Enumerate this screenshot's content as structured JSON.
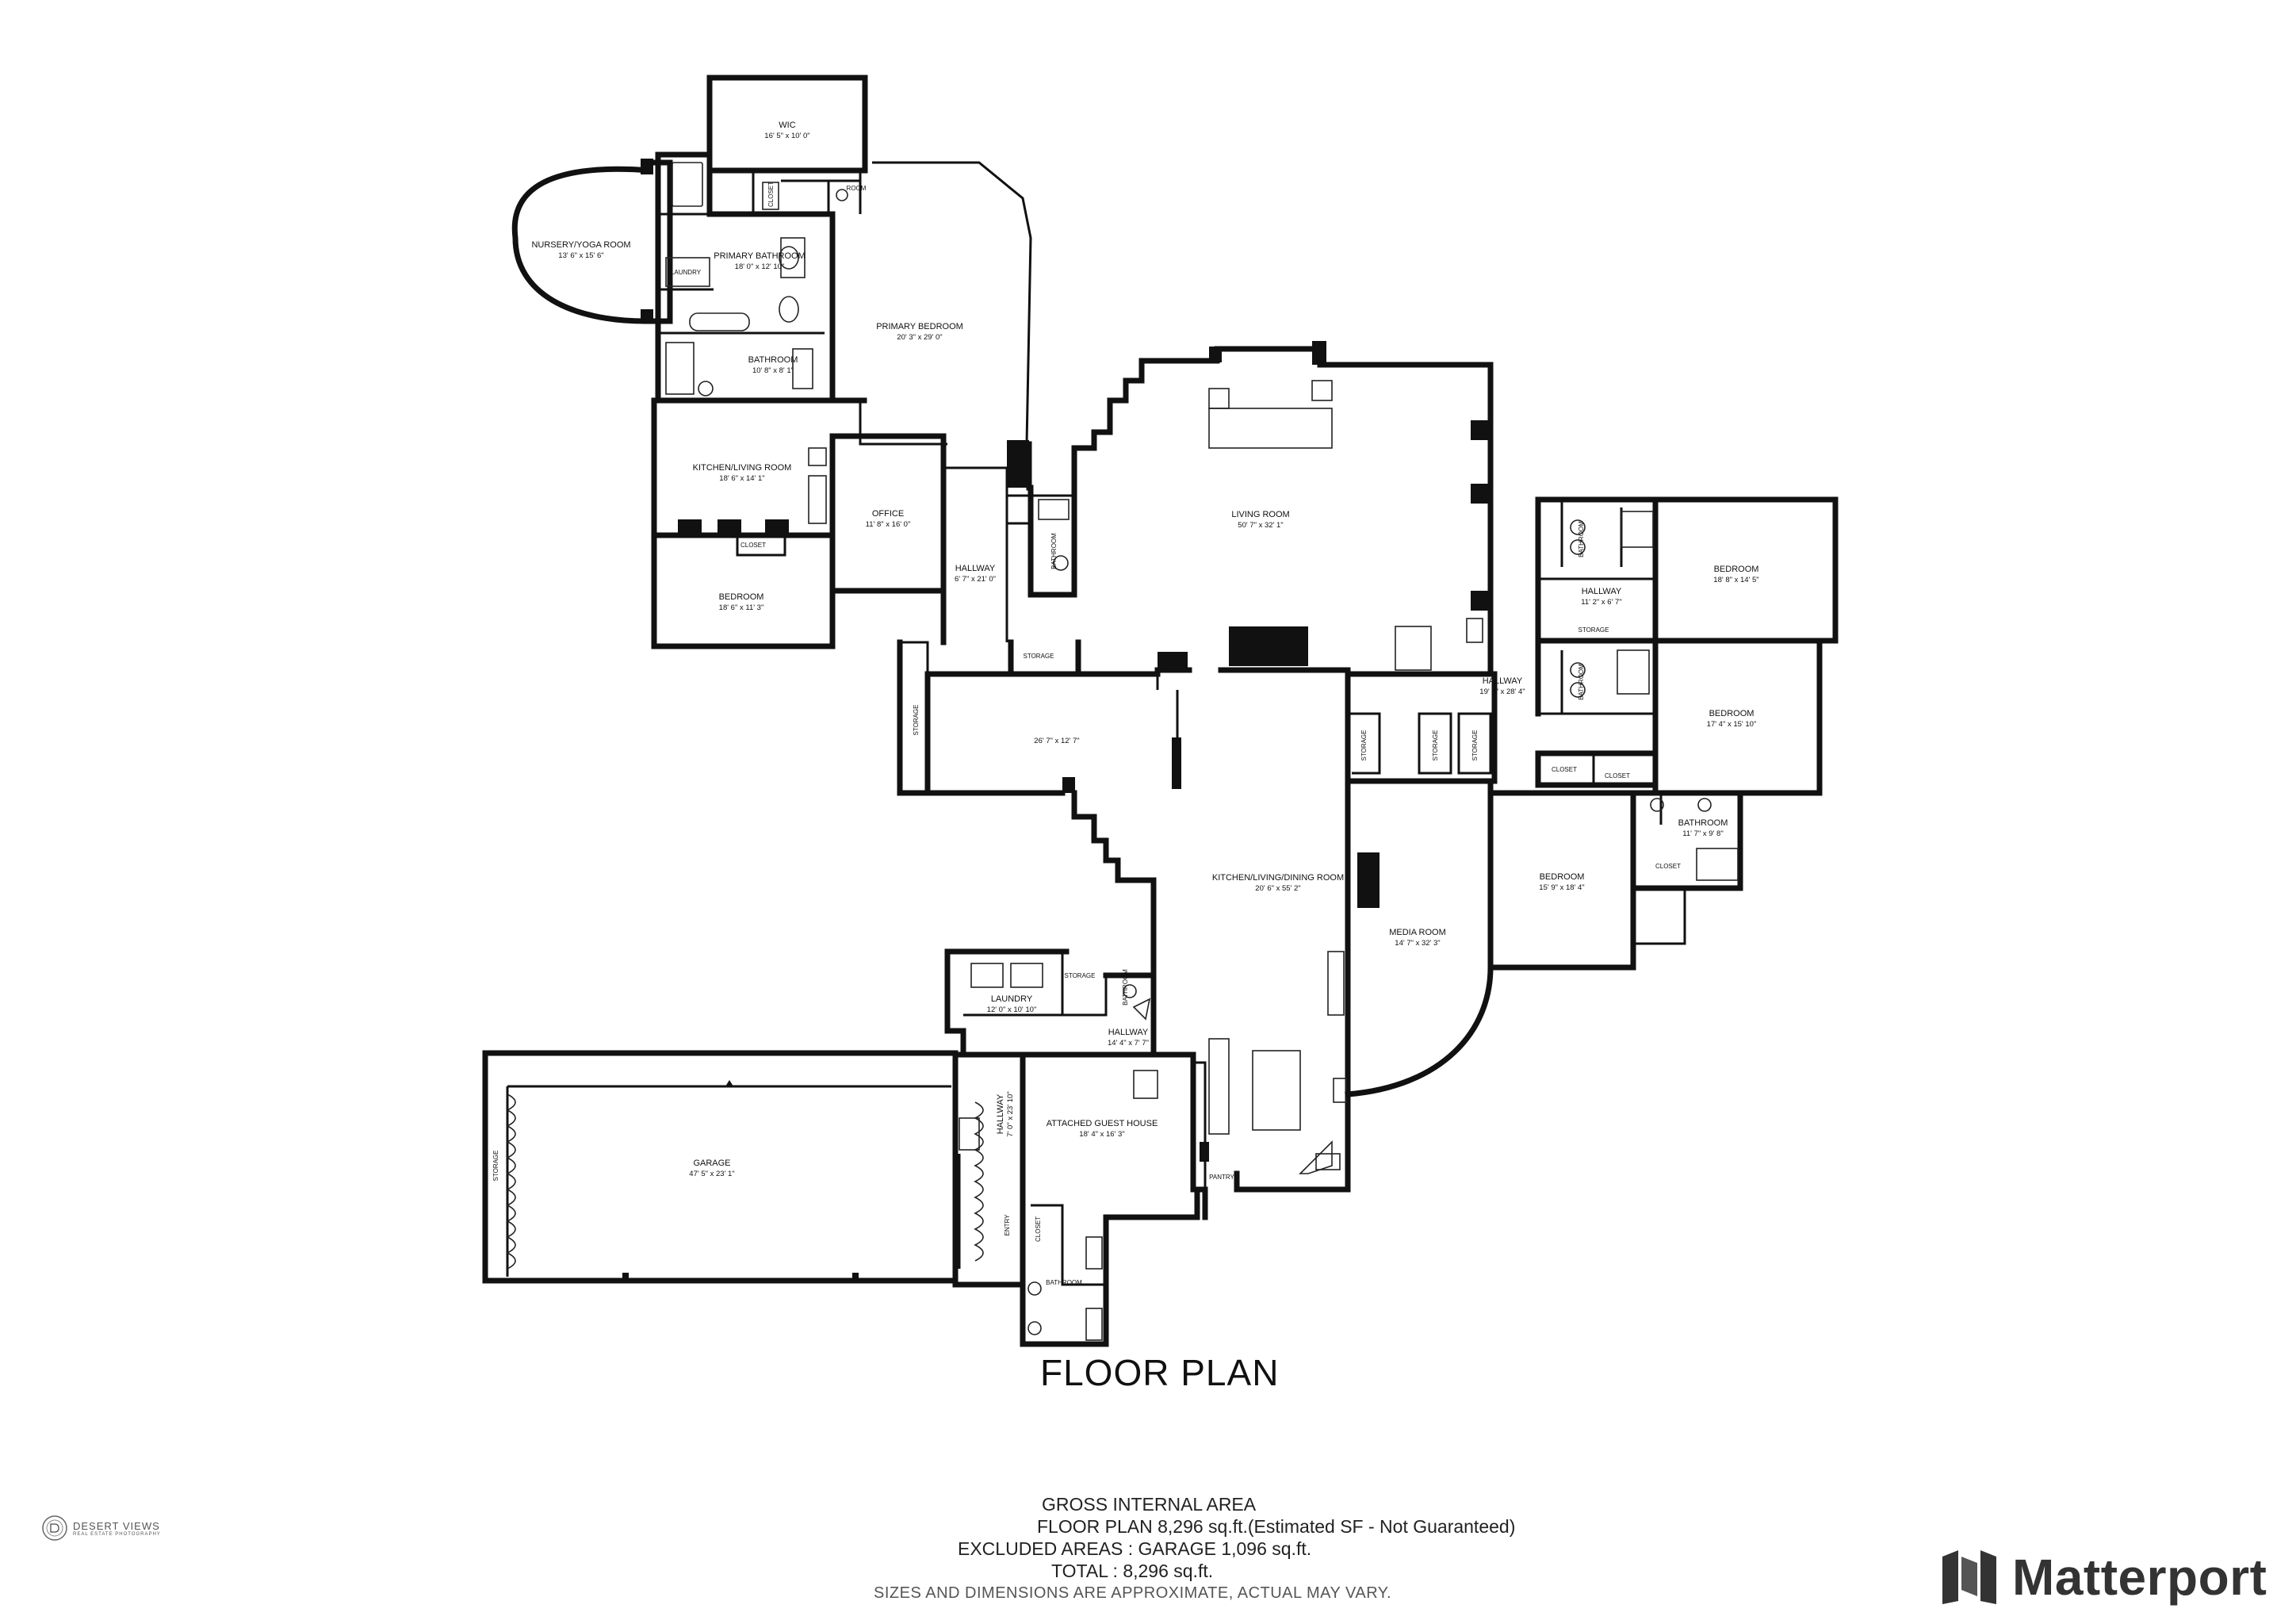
{
  "plan_title": "FLOOR PLAN",
  "rooms": [
    {
      "id": "wic",
      "name": "WIC",
      "dims": "16' 5\" x 10' 0\""
    },
    {
      "id": "nursery",
      "name": "NURSERY/YOGA ROOM",
      "dims": "13' 6\" x 15' 6\""
    },
    {
      "id": "primary_bath",
      "name": "PRIMARY BATHROOM",
      "dims": "18' 0\" x 12' 10\""
    },
    {
      "id": "primary_bed",
      "name": "PRIMARY BEDROOM",
      "dims": "20' 3\" x 29' 0\""
    },
    {
      "id": "bath1",
      "name": "BATHROOM",
      "dims": "10' 8\" x 8' 1\""
    },
    {
      "id": "kitchen_living",
      "name": "KITCHEN/LIVING ROOM",
      "dims": "18' 6\" x 14' 1\""
    },
    {
      "id": "office",
      "name": "OFFICE",
      "dims": "11' 8\" x 16' 0\""
    },
    {
      "id": "hall1",
      "name": "HALLWAY",
      "dims": "6' 7\" x 21' 0\""
    },
    {
      "id": "bed_w",
      "name": "BEDROOM",
      "dims": "18' 6\" x 11' 3\""
    },
    {
      "id": "living",
      "name": "LIVING ROOM",
      "dims": "50' 7\" x 32' 1\""
    },
    {
      "id": "room_26",
      "name": "",
      "dims": "26' 7\" x 12' 7\""
    },
    {
      "id": "kld",
      "name": "KITCHEN/LIVING/DINING ROOM",
      "dims": "20' 6\" x 55' 2\""
    },
    {
      "id": "media",
      "name": "MEDIA ROOM",
      "dims": "14' 7\" x 32' 3\""
    },
    {
      "id": "hall_e",
      "name": "HALLWAY",
      "dims": "19' 9\" x 28' 4\""
    },
    {
      "id": "hall_ne",
      "name": "HALLWAY",
      "dims": "11' 2\" x 6' 7\""
    },
    {
      "id": "bed_ne",
      "name": "BEDROOM",
      "dims": "18' 8\" x 14' 5\""
    },
    {
      "id": "bed_e",
      "name": "BEDROOM",
      "dims": "17' 4\" x 15' 10\""
    },
    {
      "id": "bath_e",
      "name": "BATHROOM",
      "dims": "11' 7\" x 9' 8\""
    },
    {
      "id": "bed_se",
      "name": "BEDROOM",
      "dims": "15' 9\" x 18' 4\""
    },
    {
      "id": "laundry",
      "name": "LAUNDRY",
      "dims": "12' 0\" x 10' 10\""
    },
    {
      "id": "hall_s",
      "name": "HALLWAY",
      "dims": "14' 4\" x 7' 7\""
    },
    {
      "id": "guest",
      "name": "ATTACHED GUEST HOUSE",
      "dims": "18' 4\" x 16' 3\""
    },
    {
      "id": "hall_v",
      "name": "HALLWAY",
      "dims": "7' 0\" x 23' 10\""
    },
    {
      "id": "garage",
      "name": "GARAGE",
      "dims": "47' 5\" x 23' 1\""
    }
  ],
  "labels": {
    "laundry_small": "LAUNDRY",
    "closet_w": "CLOSET",
    "closet_ne1": "CLOSET",
    "closet_ne2": "CLOSET",
    "closet_se": "CLOSET",
    "closet_v": "CLOSET",
    "storage_1": "STORAGE",
    "storage_2": "STORAGE",
    "storage_3": "STORAGE",
    "storage_4": "STORAGE",
    "storage_5": "STORAGE",
    "storage_6": "STORAGE",
    "storage_7": "STORAGE",
    "storage_8": "STORAGE",
    "pantry": "PANTRY",
    "entry": "ENTRY",
    "bath_sm1": "BATHROOM",
    "bath_sm2": "BATHROOM",
    "bath_sm3": "BATHROOM",
    "bath_sm4": "BATHROOM",
    "bath_sm5": "BATHROOM",
    "closet_sm": "CLOSET",
    "room_sm": "ROOM"
  },
  "area_summary": {
    "heading": "GROSS INTERNAL AREA",
    "floor_plan": "FLOOR PLAN 8,296 sq.ft.(Estimated SF - Not Guaranteed)",
    "excluded": "EXCLUDED AREAS :  GARAGE 1,096 sq.ft.",
    "total": "TOTAL :  8,296 sq.ft."
  },
  "disclaimer": "SIZES AND DIMENSIONS ARE APPROXIMATE, ACTUAL MAY VARY.",
  "photographer": {
    "name": "DESERT VIEWS",
    "tagline": "REAL ESTATE PHOTOGRAPHY",
    "icon": "desert-views-logo-icon"
  },
  "brand": {
    "name": "Matterport",
    "icon": "matterport-logo-icon",
    "color": "#333333"
  }
}
